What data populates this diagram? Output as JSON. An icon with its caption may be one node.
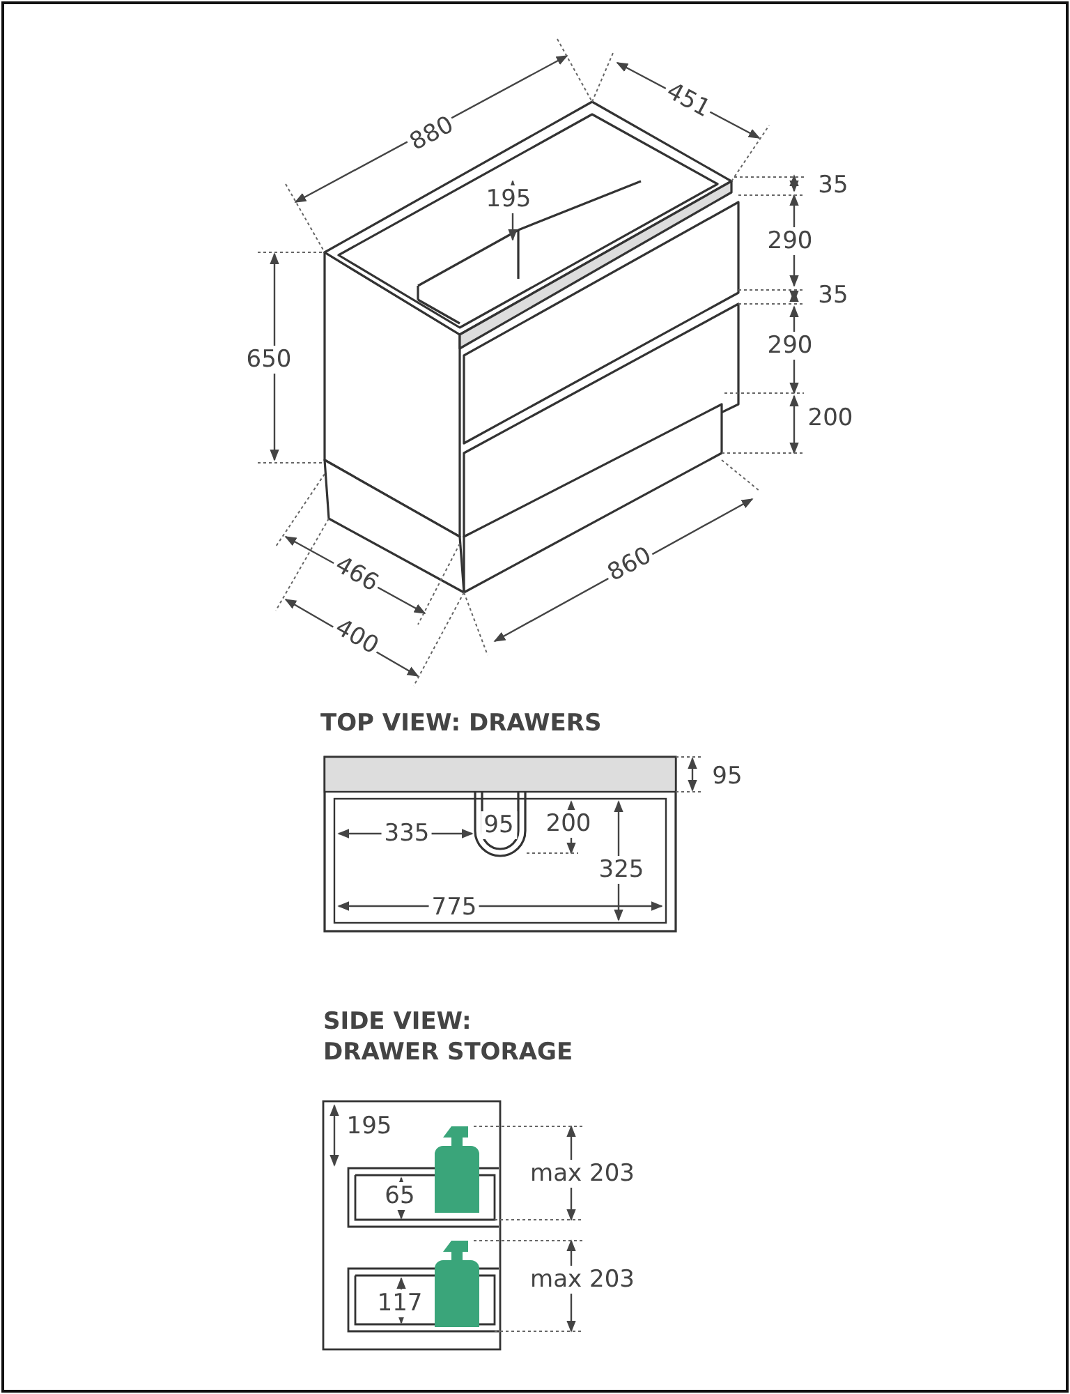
{
  "diagram": {
    "labels": [
      "880",
      "451",
      "195",
      "35",
      "290",
      "650",
      "35",
      "290",
      "200",
      "466",
      "860",
      "400",
      "TOP VIEW: DRAWERS",
      "95",
      "335",
      "95",
      "200",
      "325",
      "775",
      "SIDE VIEW: DRAWER STORAGE",
      "195",
      "max 203",
      "65",
      "max 203",
      "117"
    ]
  }
}
